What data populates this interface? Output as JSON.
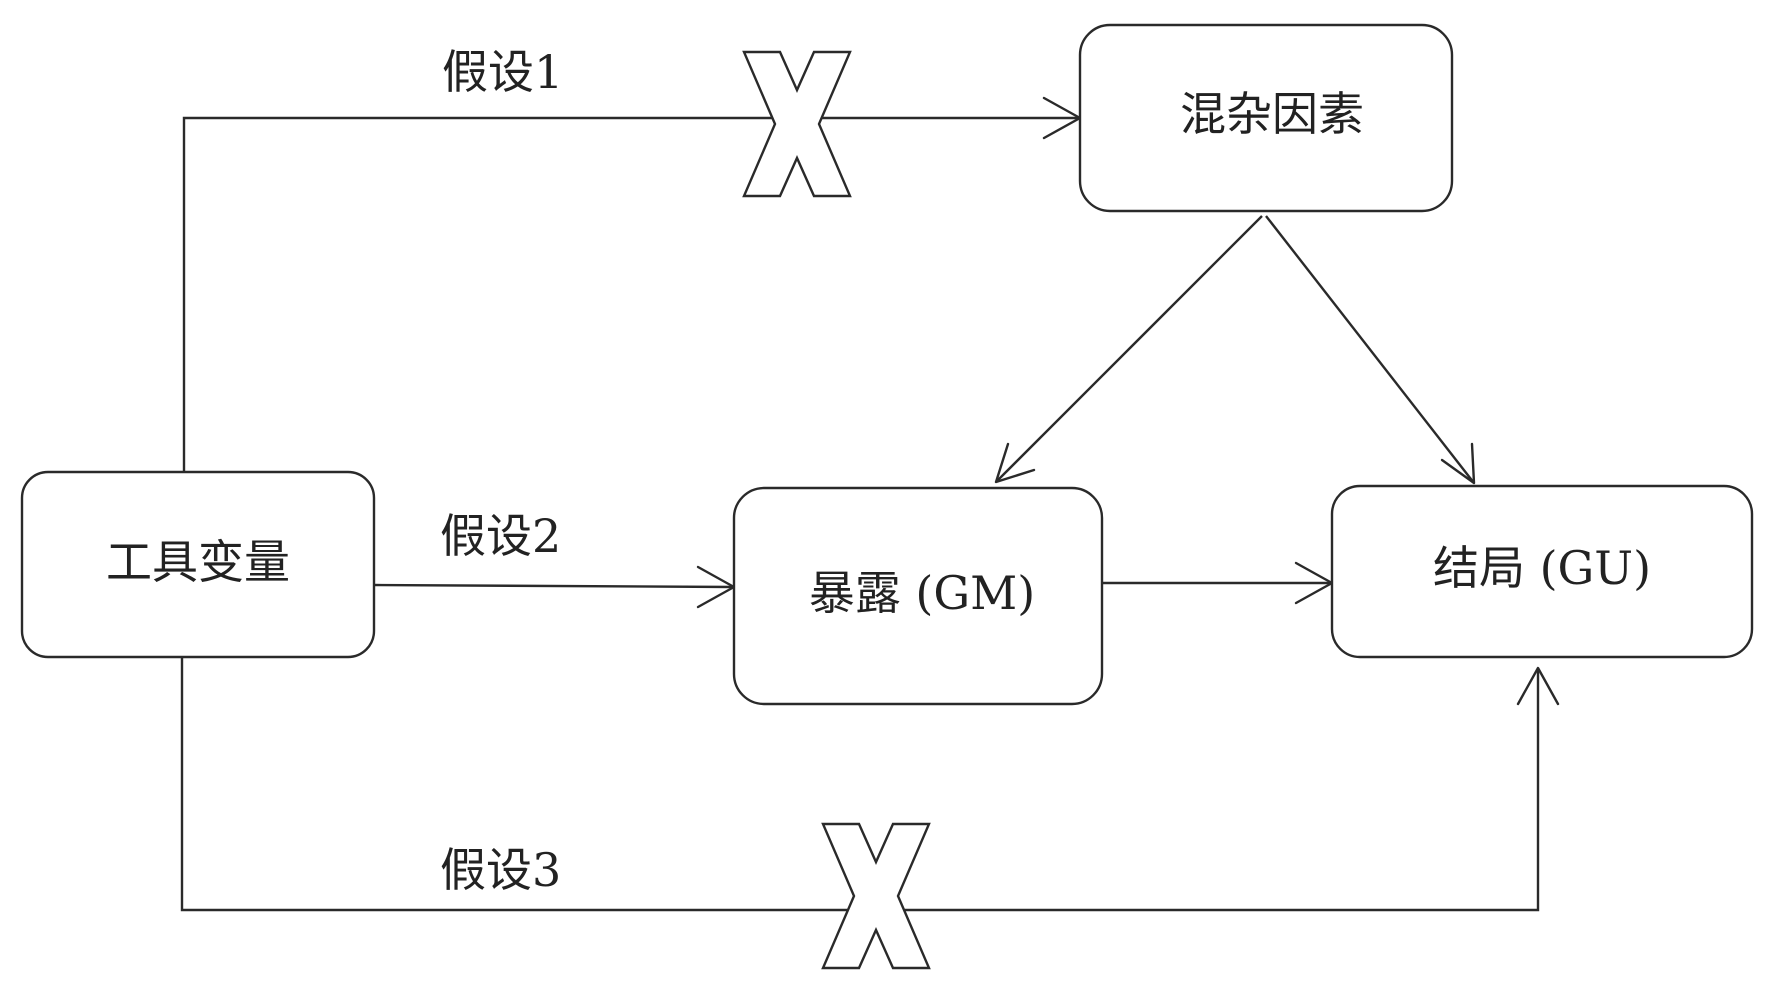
{
  "nodes": {
    "instrument": {
      "label": "工具变量"
    },
    "confounder": {
      "label": "混杂因素"
    },
    "exposure": {
      "label": "暴露 (GM)"
    },
    "outcome": {
      "label": "结局 (GU)"
    }
  },
  "edges": {
    "assumption1": {
      "label": "假设1"
    },
    "assumption2": {
      "label": "假设2"
    },
    "assumption3": {
      "label": "假设3"
    }
  }
}
